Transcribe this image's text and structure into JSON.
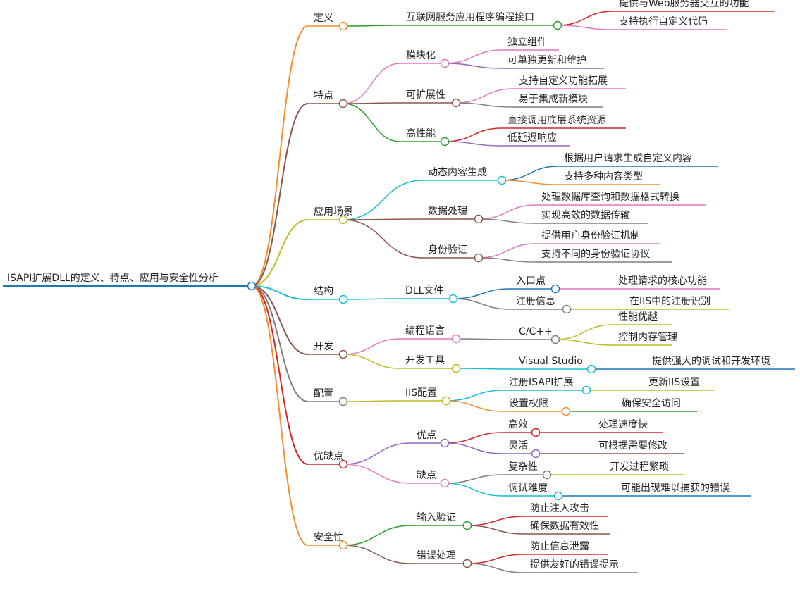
{
  "mindmap": {
    "root": "ISAPI扩展DLL的定义、特点、应用与安全性分析",
    "colors": {
      "root": "#1f77b4",
      "orange": "#f28e2b",
      "brown": "#8c564b",
      "olive": "#bcbd22",
      "red": "#d62728",
      "green": "#2ca02c",
      "pink": "#e377c2",
      "purple": "#9467bd",
      "cyan": "#17becf",
      "gray": "#7f7f7f",
      "blue": "#1f77b4"
    },
    "branches": [
      {
        "label": "定义",
        "children": [
          {
            "label": "互联网服务应用程序编程接口",
            "children": [
              {
                "label": "提供与Web服务器交互的功能",
                "children": []
              },
              {
                "label": "支持执行自定义代码",
                "children": []
              }
            ]
          }
        ]
      },
      {
        "label": "特点",
        "children": [
          {
            "label": "模块化",
            "children": [
              {
                "label": "独立组件",
                "children": []
              },
              {
                "label": "可单独更新和维护",
                "children": []
              }
            ]
          },
          {
            "label": "可扩展性",
            "children": [
              {
                "label": "支持自定义功能拓展",
                "children": []
              },
              {
                "label": "易于集成新模块",
                "children": []
              }
            ]
          },
          {
            "label": "高性能",
            "children": [
              {
                "label": "直接调用底层系统资源",
                "children": []
              },
              {
                "label": "低延迟响应",
                "children": []
              }
            ]
          }
        ]
      },
      {
        "label": "应用场景",
        "children": [
          {
            "label": "动态内容生成",
            "children": [
              {
                "label": "根据用户请求生成自定义内容",
                "children": []
              },
              {
                "label": "支持多种内容类型",
                "children": []
              }
            ]
          },
          {
            "label": "数据处理",
            "children": [
              {
                "label": "处理数据库查询和数据格式转换",
                "children": []
              },
              {
                "label": "实现高效的数据传输",
                "children": []
              }
            ]
          },
          {
            "label": "身份验证",
            "children": [
              {
                "label": "提供用户身份验证机制",
                "children": []
              },
              {
                "label": "支持不同的身份验证协议",
                "children": []
              }
            ]
          }
        ]
      },
      {
        "label": "结构",
        "children": [
          {
            "label": "DLL文件",
            "children": [
              {
                "label": "入口点",
                "children": [
                  {
                    "label": "处理请求的核心功能",
                    "children": []
                  }
                ]
              },
              {
                "label": "注册信息",
                "children": [
                  {
                    "label": "在IIS中的注册识别",
                    "children": []
                  }
                ]
              }
            ]
          }
        ]
      },
      {
        "label": "开发",
        "children": [
          {
            "label": "编程语言",
            "children": [
              {
                "label": "C/C++",
                "children": [
                  {
                    "label": "性能优越",
                    "children": []
                  },
                  {
                    "label": "控制内存管理",
                    "children": []
                  }
                ]
              }
            ]
          },
          {
            "label": "开发工具",
            "children": [
              {
                "label": "Visual Studio",
                "children": [
                  {
                    "label": "提供强大的调试和开发环境",
                    "children": []
                  }
                ]
              }
            ]
          }
        ]
      },
      {
        "label": "配置",
        "children": [
          {
            "label": "IIS配置",
            "children": [
              {
                "label": "注册ISAPI扩展",
                "children": [
                  {
                    "label": "更新IIS设置",
                    "children": []
                  }
                ]
              },
              {
                "label": "设置权限",
                "children": [
                  {
                    "label": "确保安全访问",
                    "children": []
                  }
                ]
              }
            ]
          }
        ]
      },
      {
        "label": "优缺点",
        "children": [
          {
            "label": "优点",
            "children": [
              {
                "label": "高效",
                "children": [
                  {
                    "label": "处理速度快",
                    "children": []
                  }
                ]
              },
              {
                "label": "灵活",
                "children": [
                  {
                    "label": "可根据需要修改",
                    "children": []
                  }
                ]
              }
            ]
          },
          {
            "label": "缺点",
            "children": [
              {
                "label": "复杂性",
                "children": [
                  {
                    "label": "开发过程繁琐",
                    "children": []
                  }
                ]
              },
              {
                "label": "调试难度",
                "children": [
                  {
                    "label": "可能出现难以捕获的错误",
                    "children": []
                  }
                ]
              }
            ]
          }
        ]
      },
      {
        "label": "安全性",
        "children": [
          {
            "label": "输入验证",
            "children": [
              {
                "label": "防止注入攻击",
                "children": []
              },
              {
                "label": "确保数据有效性",
                "children": []
              }
            ]
          },
          {
            "label": "错误处理",
            "children": [
              {
                "label": "防止信息泄露",
                "children": []
              },
              {
                "label": "提供友好的错误提示",
                "children": []
              }
            ]
          }
        ]
      }
    ]
  }
}
